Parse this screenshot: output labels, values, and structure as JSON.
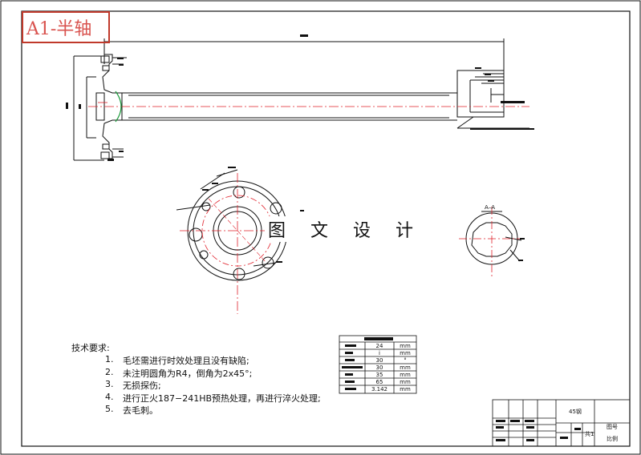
{
  "title_tag": "A1-半轴",
  "watermark": "图 文 设 计",
  "section_label": "A–A",
  "tech_requirements": {
    "heading": "技术要求:",
    "items": [
      {
        "num": "1.",
        "text": "毛坯需进行时效处理且没有缺陷;"
      },
      {
        "num": "2.",
        "text": "未注明圆角为R4，倒角为2x45°;"
      },
      {
        "num": "3.",
        "text": "无损探伤;"
      },
      {
        "num": "4.",
        "text": "进行正火187−241HB预热处理，再进行淬火处理;"
      },
      {
        "num": "5.",
        "text": "去毛刺。"
      }
    ]
  },
  "param_table": {
    "rows": [
      {
        "value": "24",
        "unit": "mm"
      },
      {
        "value": "i",
        "unit": "mm"
      },
      {
        "value": "30",
        "unit": "°"
      },
      {
        "value": "30",
        "unit": "mm"
      },
      {
        "value": "35",
        "unit": "mm"
      },
      {
        "value": "65",
        "unit": "mm"
      },
      {
        "value": "3.142",
        "unit": "mm"
      }
    ]
  },
  "title_block": {
    "material": "45钢",
    "label_right": "图号",
    "scale_label": "比例",
    "small_label": "共1"
  },
  "colors": {
    "line": "#111111",
    "center": "#e0202a",
    "accent": "#1a9a3a",
    "tag": "#d9534f"
  }
}
